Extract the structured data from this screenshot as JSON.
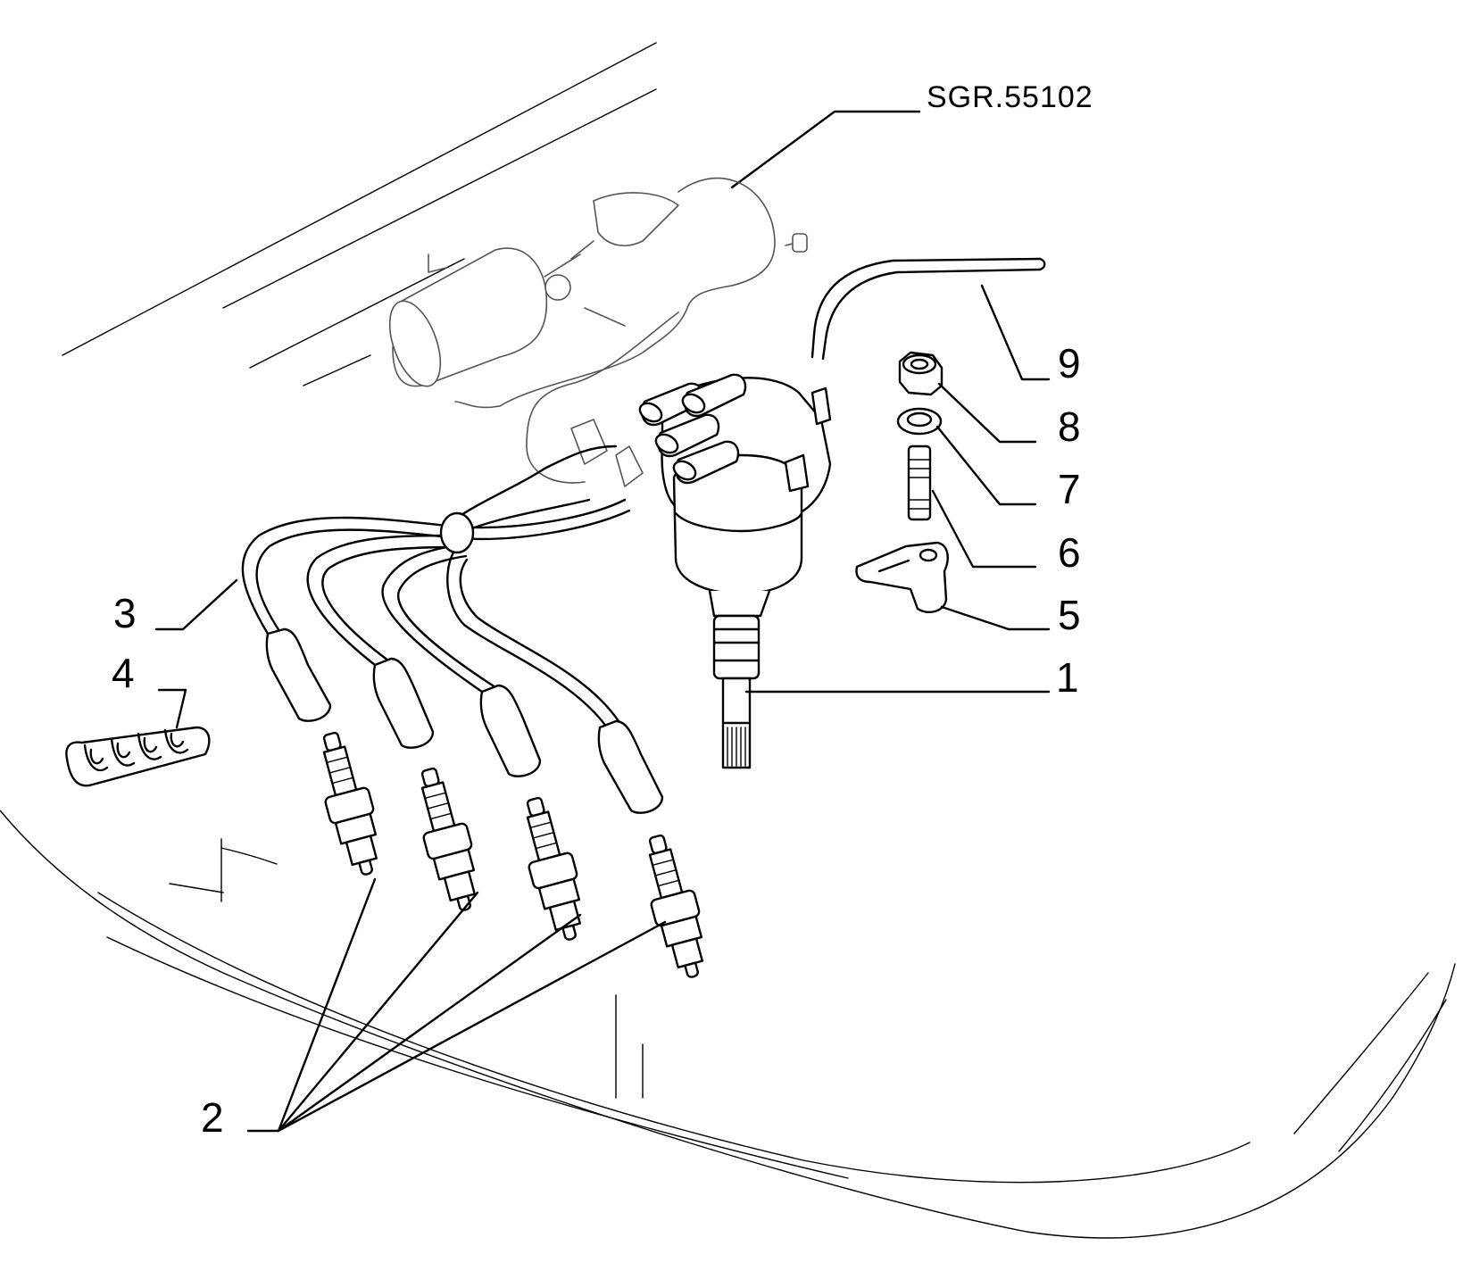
{
  "reference_code": "SGR.55102",
  "callouts": [
    {
      "id": "1",
      "label": "1"
    },
    {
      "id": "2",
      "label": "2"
    },
    {
      "id": "3",
      "label": "3"
    },
    {
      "id": "4",
      "label": "4"
    },
    {
      "id": "5",
      "label": "5"
    },
    {
      "id": "6",
      "label": "6"
    },
    {
      "id": "7",
      "label": "7"
    },
    {
      "id": "8",
      "label": "8"
    },
    {
      "id": "9",
      "label": "9"
    }
  ]
}
